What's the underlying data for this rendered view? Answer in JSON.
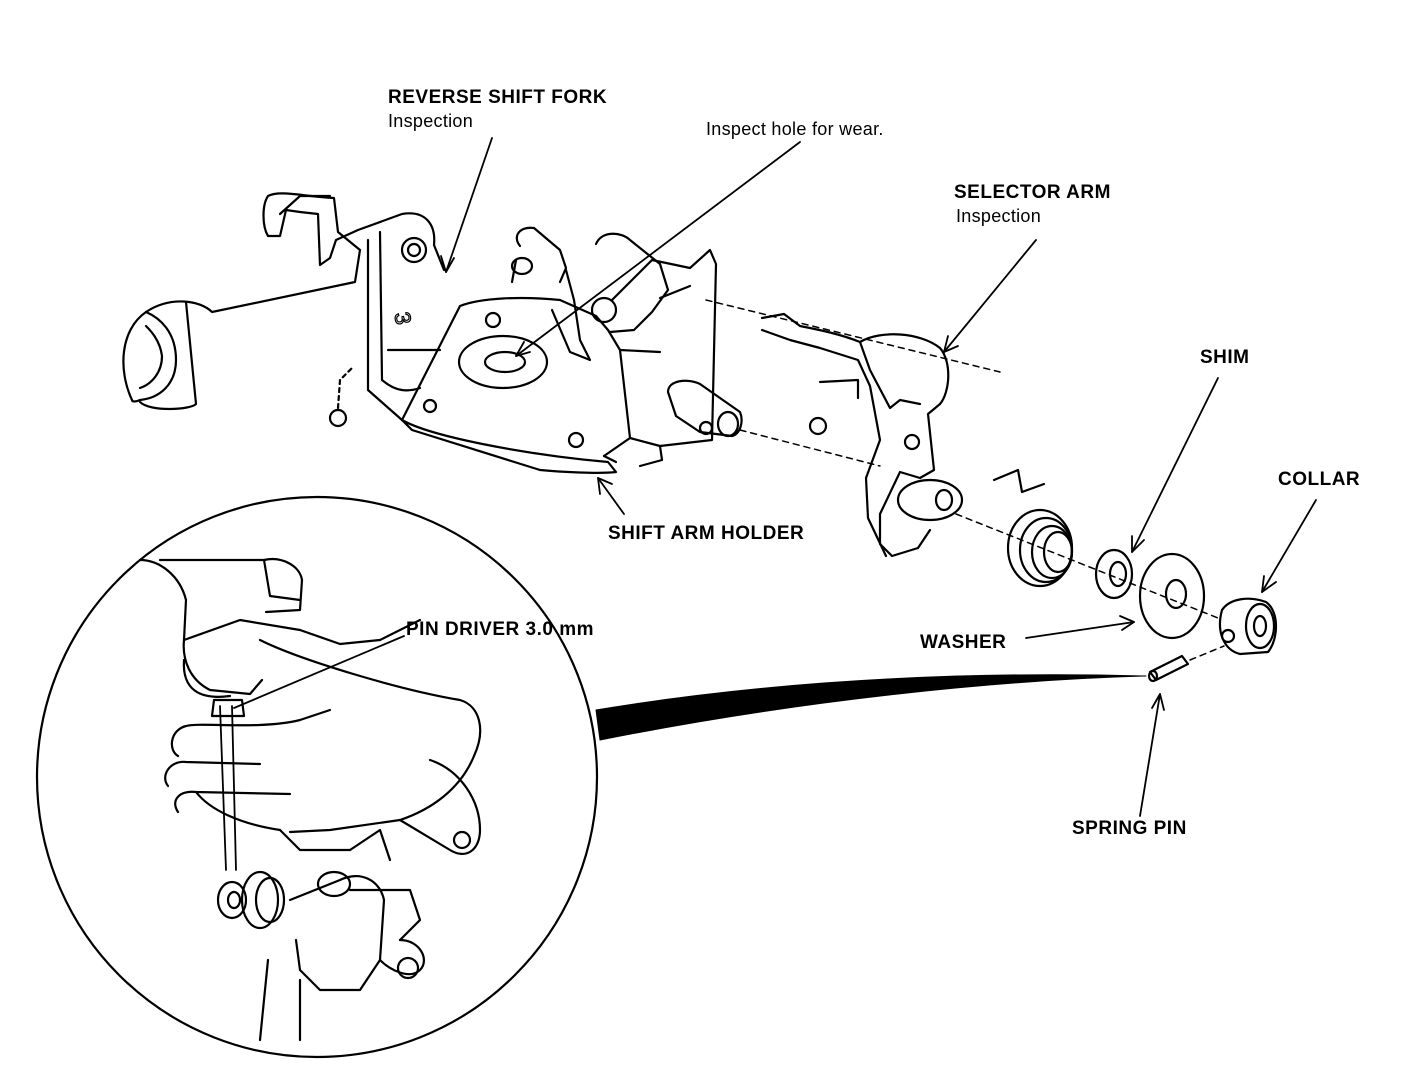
{
  "labels": {
    "reverse_shift_fork": {
      "title": "REVERSE SHIFT FORK",
      "sub": "Inspection"
    },
    "inspect_hole": "Inspect hole for wear.",
    "selector_arm": {
      "title": "SELECTOR ARM",
      "sub": "Inspection"
    },
    "shim": "SHIM",
    "collar": "COLLAR",
    "shift_arm_holder": "SHIFT ARM HOLDER",
    "pin_driver": "PIN DRIVER 3.0 mm",
    "washer": "WASHER",
    "spring_pin": "SPRING PIN"
  },
  "colors": {
    "ink": "#000000",
    "paper": "#ffffff"
  }
}
